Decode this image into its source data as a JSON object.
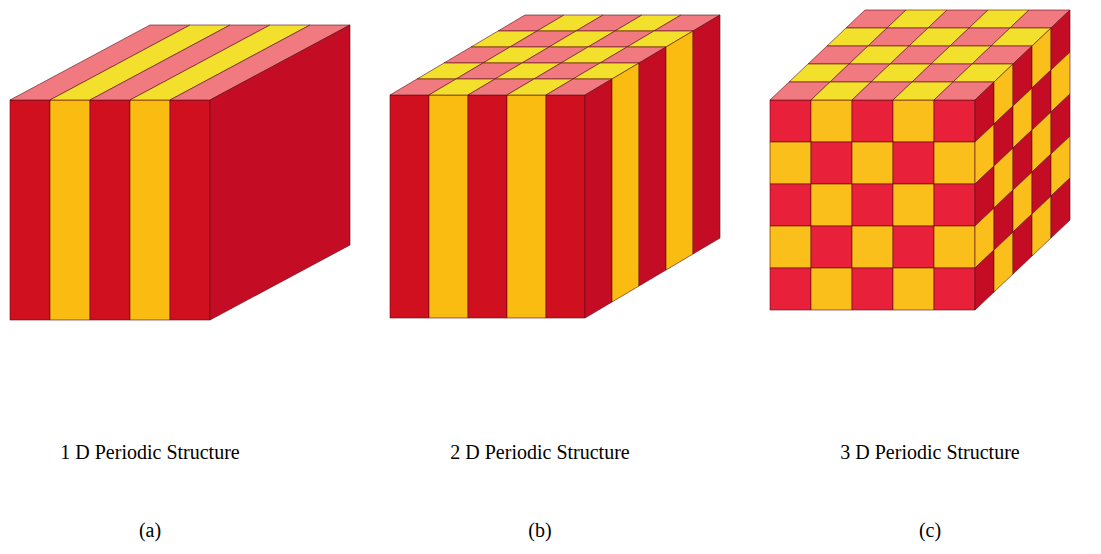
{
  "diagram": {
    "labels": [
      "1 D Periodic Structure",
      "2 D Periodic Structure",
      "3 D Periodic Structure",
      "(a)",
      "(b)",
      "(c)"
    ]
  }
}
